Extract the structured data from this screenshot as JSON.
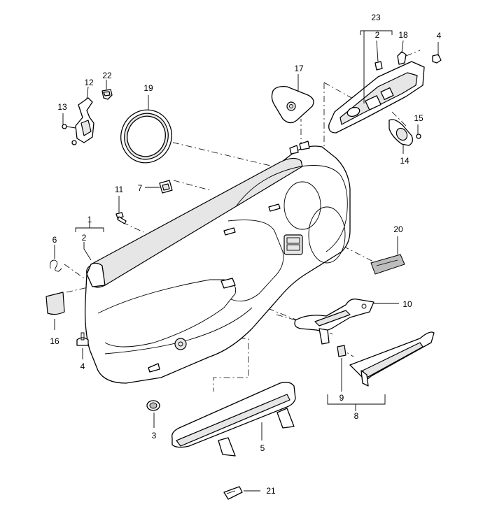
{
  "callouts": [
    {
      "id": "23",
      "label": "23"
    },
    {
      "id": "2a",
      "label": "2"
    },
    {
      "id": "18",
      "label": "18"
    },
    {
      "id": "4a",
      "label": "4"
    },
    {
      "id": "12",
      "label": "12"
    },
    {
      "id": "22",
      "label": "22"
    },
    {
      "id": "13",
      "label": "13"
    },
    {
      "id": "19",
      "label": "19"
    },
    {
      "id": "17",
      "label": "17"
    },
    {
      "id": "15",
      "label": "15"
    },
    {
      "id": "14",
      "label": "14"
    },
    {
      "id": "11",
      "label": "11"
    },
    {
      "id": "7",
      "label": "7"
    },
    {
      "id": "1",
      "label": "1"
    },
    {
      "id": "2b",
      "label": "2"
    },
    {
      "id": "6",
      "label": "6"
    },
    {
      "id": "20",
      "label": "20"
    },
    {
      "id": "10",
      "label": "10"
    },
    {
      "id": "16",
      "label": "16"
    },
    {
      "id": "4b",
      "label": "4"
    },
    {
      "id": "9",
      "label": "9"
    },
    {
      "id": "8",
      "label": "8"
    },
    {
      "id": "3",
      "label": "3"
    },
    {
      "id": "5",
      "label": "5"
    },
    {
      "id": "21",
      "label": "21"
    }
  ]
}
